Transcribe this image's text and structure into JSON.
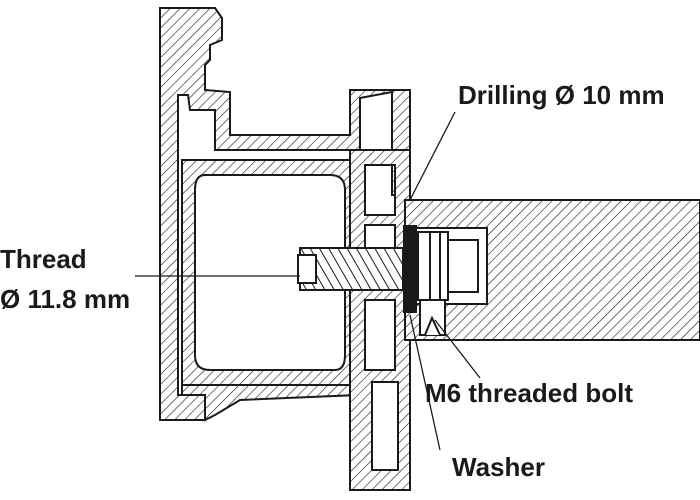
{
  "labels": {
    "drilling": "Drilling Ø 10 mm",
    "thread_line1": "Thread",
    "thread_line2": "Ø 11.8 mm",
    "bolt": "M6 threaded bolt",
    "washer": "Washer"
  },
  "colors": {
    "line": "#1a1a1a",
    "background": "#ffffff"
  }
}
